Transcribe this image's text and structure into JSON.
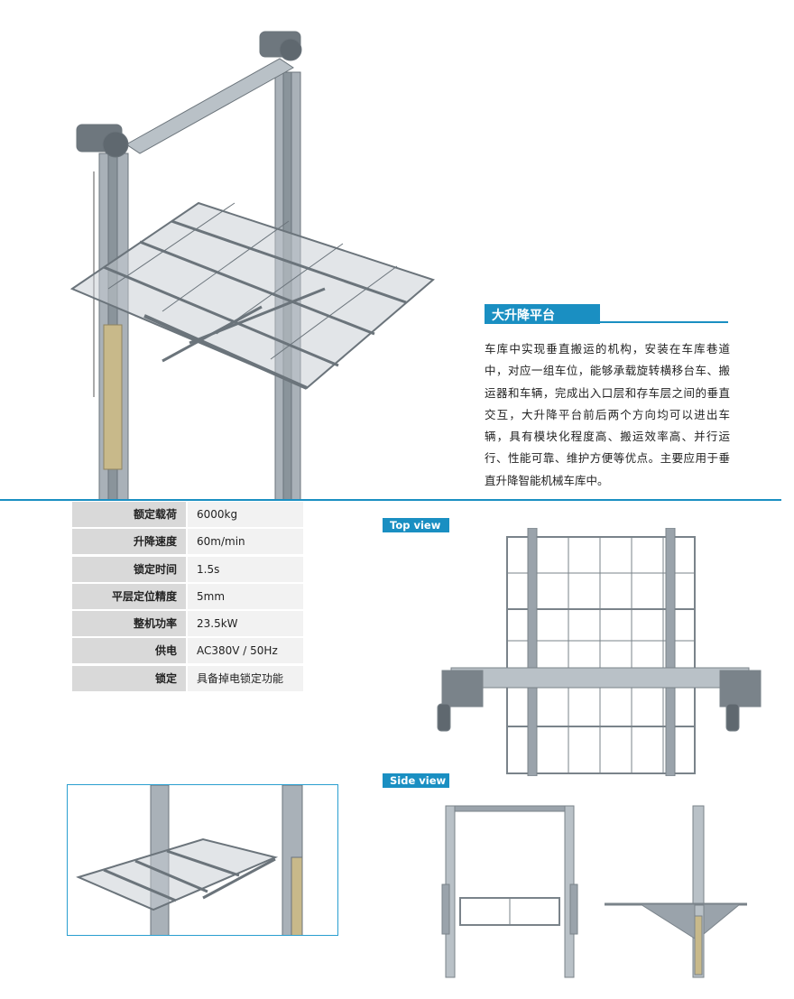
{
  "section": {
    "title": "大升降平台",
    "description": "车库中实现垂直搬运的机构，安装在车库巷道中，对应一组车位，能够承载旋转横移台车、搬运器和车辆，完成出入口层和存车层之间的垂直交互，大升降平台前后两个方向均可以进出车辆，具有模块化程度高、搬运效率高、并行运行、性能可靠、维护方便等优点。主要应用于垂直升降智能机械车库中。"
  },
  "specs": [
    {
      "label": "额定载荷",
      "value": "6000kg"
    },
    {
      "label": "升降速度",
      "value": "60m/min"
    },
    {
      "label": "锁定时间",
      "value": "1.5s"
    },
    {
      "label": "平层定位精度",
      "value": "5mm"
    },
    {
      "label": "整机功率",
      "value": "23.5kW"
    },
    {
      "label": "供电",
      "value": "AC380V / 50Hz"
    },
    {
      "label": "锁定",
      "value": "具备掉电锁定功能"
    }
  ],
  "views": {
    "top_label": "Top view",
    "side_label": "Side view"
  },
  "colors": {
    "accent": "#1a8fc2",
    "steel": "#9aa3ab",
    "steel_dark": "#5f686f",
    "panel": "#c8b98a"
  }
}
